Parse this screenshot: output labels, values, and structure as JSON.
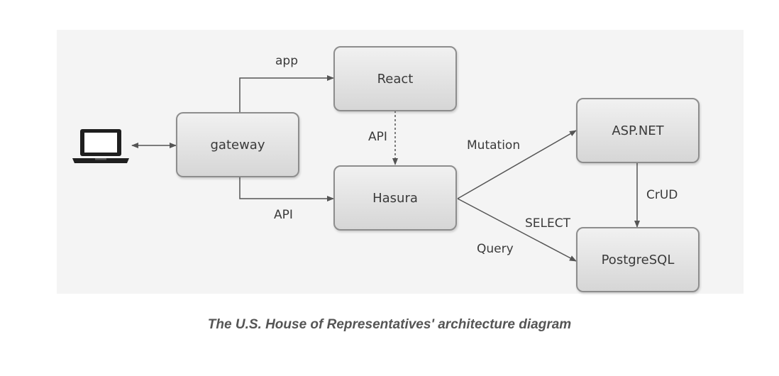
{
  "nodes": {
    "react": "React",
    "gateway": "gateway",
    "hasura": "Hasura",
    "aspnet": "ASP.NET",
    "postgres": "PostgreSQL"
  },
  "edges": {
    "gateway_to_react": "app",
    "gateway_to_hasura": "API",
    "react_to_hasura": "API",
    "hasura_to_aspnet": "Mutation",
    "hasura_to_postgres_select": "SELECT",
    "hasura_to_postgres_query": "Query",
    "aspnet_to_postgres": "CrUD"
  },
  "client_icon": "laptop-icon",
  "caption": "The U.S. House of Representatives' architecture diagram"
}
